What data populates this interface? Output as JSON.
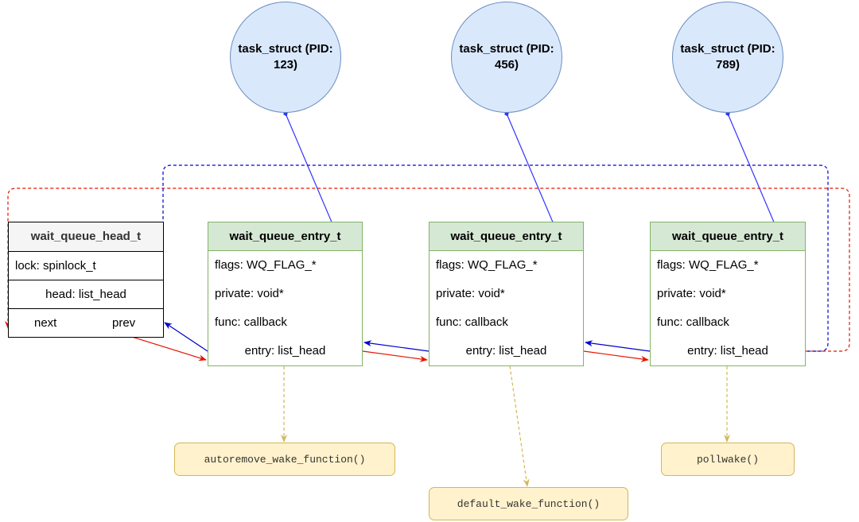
{
  "tasks": [
    {
      "label": "task_struct (PID: 123)"
    },
    {
      "label": "task_struct (PID: 456)"
    },
    {
      "label": "task_struct (PID: 789)"
    }
  ],
  "head": {
    "title": "wait_queue_head_t",
    "lock": "lock: spinlock_t",
    "head_field": "head: list_head",
    "next": "next",
    "prev": "prev"
  },
  "entries": [
    {
      "title": "wait_queue_entry_t",
      "flags": "flags: WQ_FLAG_*",
      "private": "private: void*",
      "func": "func: callback",
      "entry": "entry: list_head"
    },
    {
      "title": "wait_queue_entry_t",
      "flags": "flags: WQ_FLAG_*",
      "private": "private: void*",
      "func": "func: callback",
      "entry": "entry: list_head"
    },
    {
      "title": "wait_queue_entry_t",
      "flags": "flags: WQ_FLAG_*",
      "private": "private: void*",
      "func": "func: callback",
      "entry": "entry: list_head"
    }
  ],
  "functions": [
    {
      "label": "autoremove_wake_function()"
    },
    {
      "label": "default_wake_function()"
    },
    {
      "label": "pollwake()"
    }
  ],
  "colors": {
    "next_link": "#e51400",
    "prev_link": "#0000cc",
    "private_link": "#3333ff",
    "func_link": "#d6b656"
  }
}
